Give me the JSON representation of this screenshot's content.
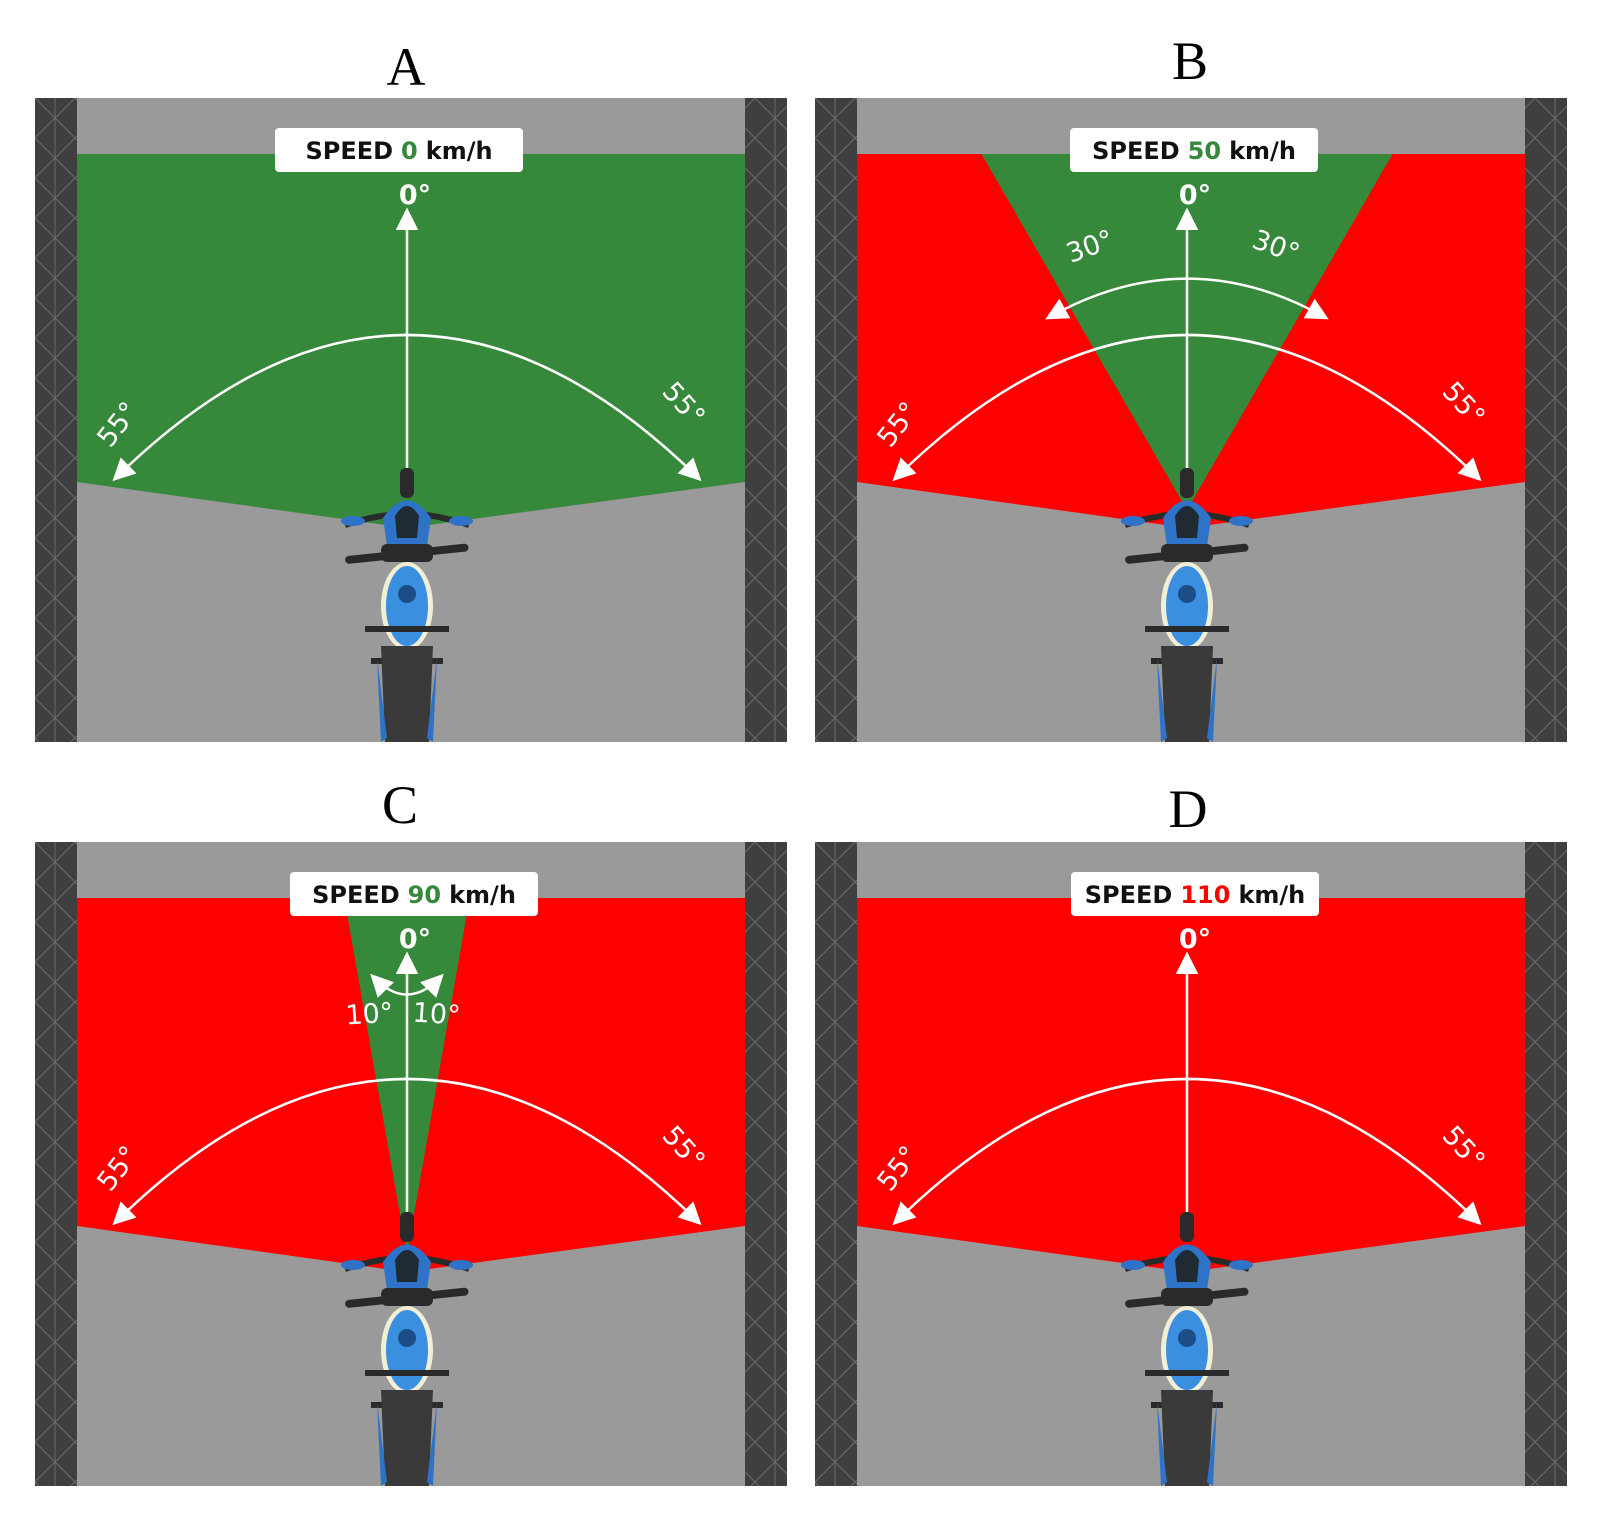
{
  "colors": {
    "road": "#9a9a9a",
    "wall": "#3f3f3f",
    "wall_line": "#6a6a6a",
    "safe": "#36883a",
    "danger": "#ff0000",
    "arrow": "#ffffff",
    "speed_word": "#111111"
  },
  "panels": [
    {
      "letter": "A",
      "speed_label": "SPEED",
      "speed_value": "0",
      "speed_unit": "km/h",
      "speed_value_color": "#36883a",
      "forward_angle": "0°",
      "max_angle": 55,
      "max_angle_label": "55°",
      "safe_half_angle": 55,
      "safe_angle_label": ""
    },
    {
      "letter": "B",
      "speed_label": "SPEED",
      "speed_value": "50",
      "speed_unit": "km/h",
      "speed_value_color": "#36883a",
      "forward_angle": "0°",
      "max_angle": 55,
      "max_angle_label": "55°",
      "safe_half_angle": 30,
      "safe_angle_label": "30°"
    },
    {
      "letter": "C",
      "speed_label": "SPEED",
      "speed_value": "90",
      "speed_unit": "km/h",
      "speed_value_color": "#36883a",
      "forward_angle": "0°",
      "max_angle": 55,
      "max_angle_label": "55°",
      "safe_half_angle": 10,
      "safe_angle_label": "10°"
    },
    {
      "letter": "D",
      "speed_label": "SPEED",
      "speed_value": "110",
      "speed_unit": "km/h",
      "speed_value_color": "#ff0000",
      "forward_angle": "0°",
      "max_angle": 55,
      "max_angle_label": "55°",
      "safe_half_angle": 0,
      "safe_angle_label": ""
    }
  ]
}
